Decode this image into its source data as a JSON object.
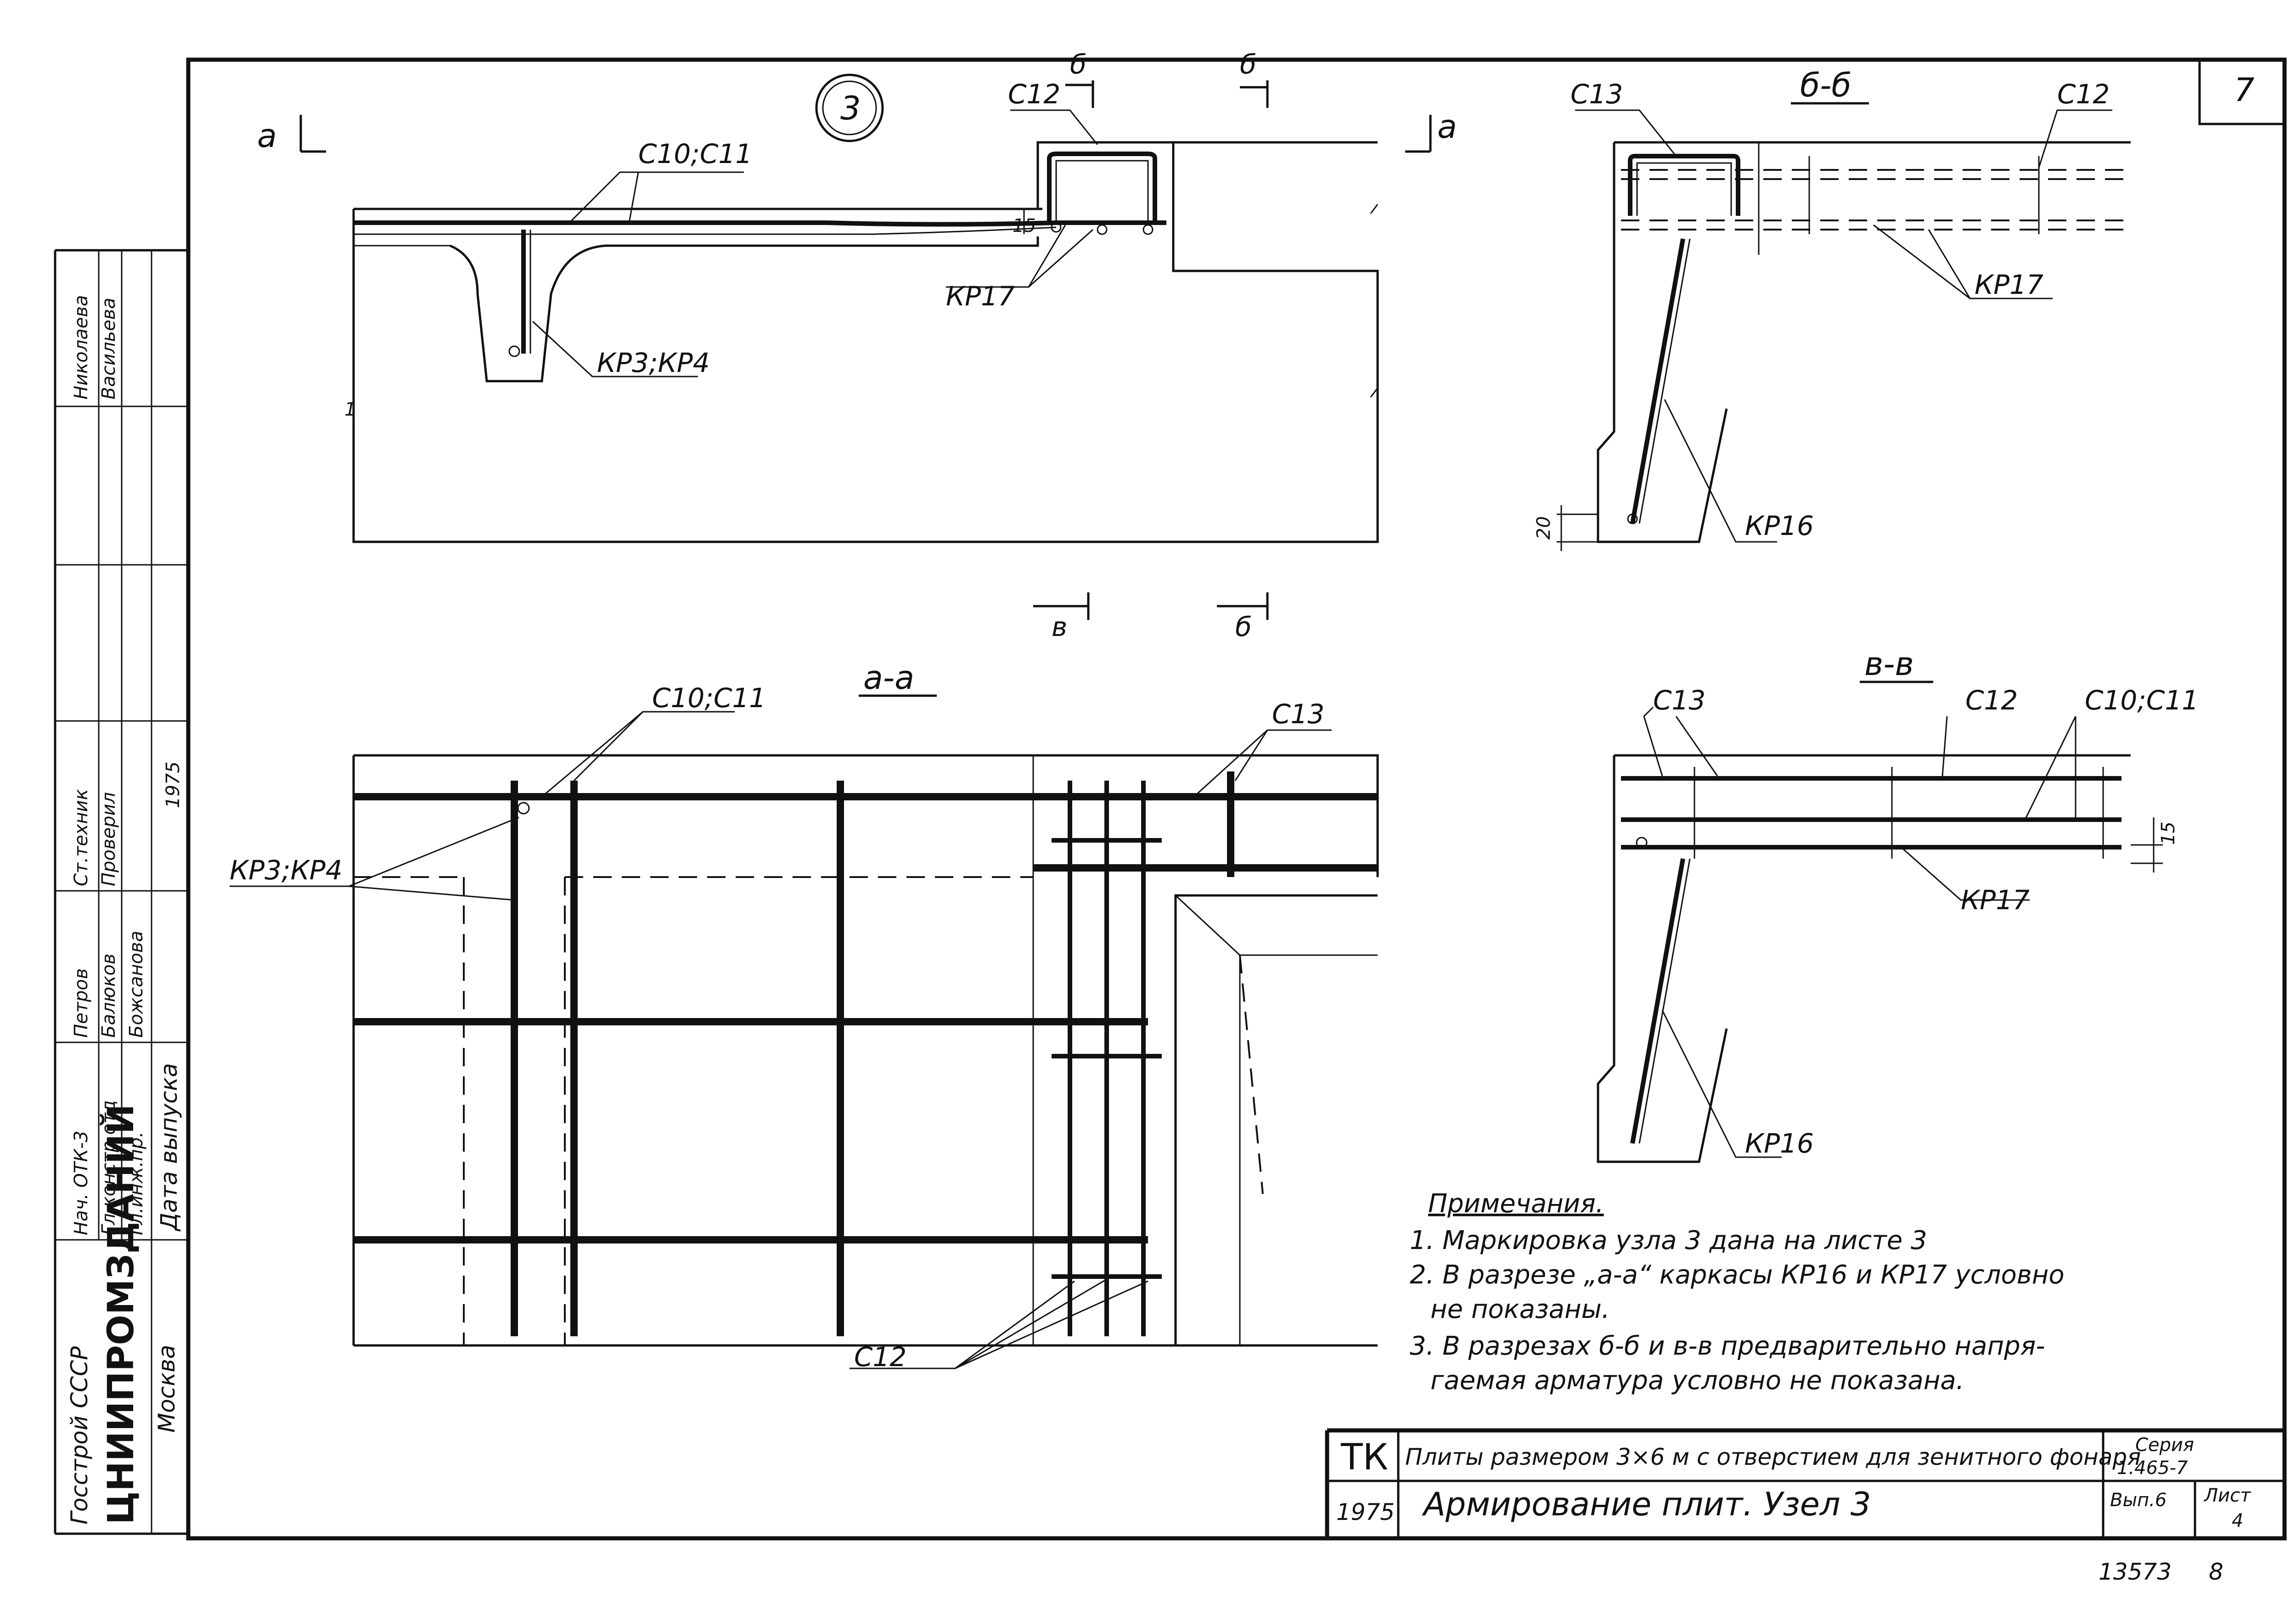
{
  "sheet": {
    "sheet_number": "7",
    "node_number": "3",
    "archive_number": "13573",
    "archive_page": "8"
  },
  "side_stamp": {
    "ministry": "Госстрой СССР",
    "institute": "ЦНИИПРОМЗДАНИЙ",
    "city": "Москва",
    "roles": [
      "Нач. ОТК-3",
      "Гл.констр.отд",
      "Гл.инж.пр.",
      "Ст.техник",
      "Проверил"
    ],
    "names": [
      "Петров",
      "Балюков",
      "Божсанова",
      "Николаева",
      "Васильева"
    ],
    "year": "1975",
    "release_date_label": "Дата выпуска"
  },
  "section_markers": {
    "a_left": "а",
    "a_right": "а",
    "b_top_1": "б",
    "b_top_2": "б",
    "v_bottom_1": "в",
    "v_bottom_2": "б"
  },
  "views": {
    "plan_title": "а-а",
    "section_b_title": "б-б",
    "section_v_title": "в-в"
  },
  "labels": {
    "c10_c11": "С10;С11",
    "c12": "С12",
    "c13": "С13",
    "kr17": "КР17",
    "kr3_kr4": "КР3;КР4",
    "kr16": "КР16",
    "dim_15": "15",
    "dim_20": "20",
    "break_mark": "1"
  },
  "notes": {
    "heading": "Примечания.",
    "items": [
      "1. Маркировка узла 3 дана на листе 3",
      "2. В разрезе „а-а“ каркасы КР16 и КР17 условно",
      "не показаны.",
      "3. В разрезах б-б и в-в предварительно напря-",
      "гаемая арматура условно не показана."
    ]
  },
  "title_block": {
    "code": "ТК",
    "description": "Плиты размером 3×6 м с отверстием для зенитного фонаря",
    "series_label": "Серия",
    "series_value": "1.465-7",
    "year": "1975",
    "drawing_title": "Армирование плит.  Узел 3",
    "issue_label": "Вып.6",
    "sheet_label": "Лист",
    "sheet_value": "4"
  }
}
